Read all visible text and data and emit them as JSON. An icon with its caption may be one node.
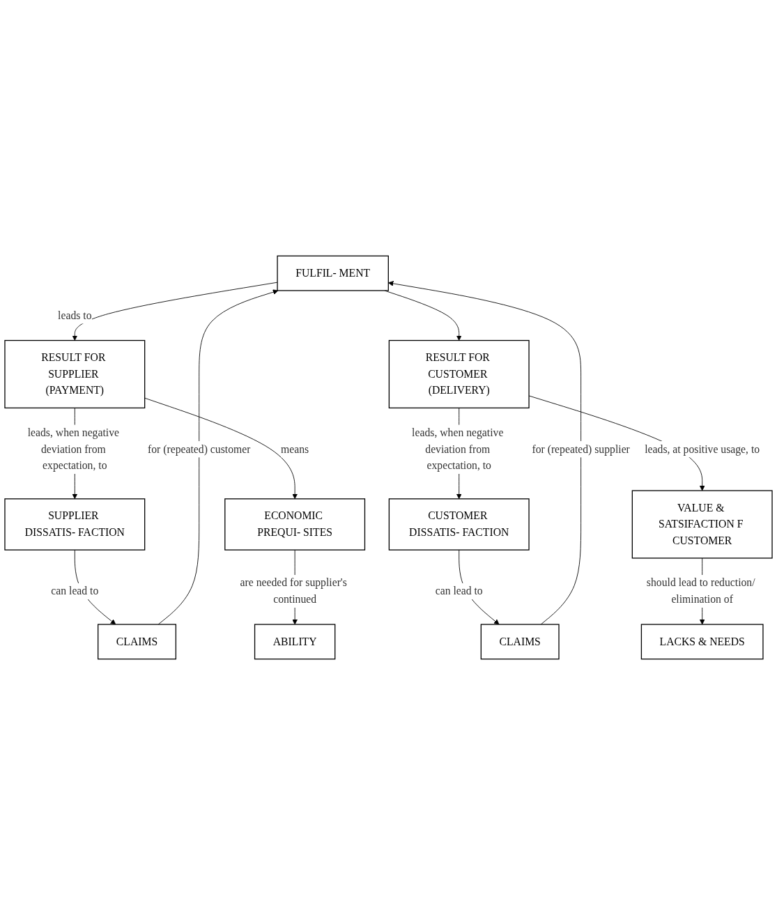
{
  "diagram": {
    "nodes": [
      {
        "text": [
          "FULFIL- MENT"
        ]
      },
      {
        "text": [
          "CLAIMS"
        ]
      },
      {
        "text": [
          "CLAIMS"
        ]
      },
      {
        "text": [
          "RESULT FOR SUPPLIER (PAYMENT)"
        ]
      },
      {
        "text": [
          "RESULT FOR CUSTOMER (DELIVERY)"
        ]
      },
      {
        "text": [
          "SUPPLIER DISSATIS- FACTION"
        ]
      },
      {
        "text": [
          "CUSTOMER DISSATIS- FACTION"
        ]
      },
      {
        "text": [
          "ECONOMIC PREQUI- SITES"
        ]
      },
      {
        "text": [
          "VALUE & SATSIFACTION F CUSTOMER"
        ]
      },
      {
        "text": [
          "ABILITY"
        ]
      },
      {
        "text": [
          "LACKS & NEEDS"
        ]
      }
    ],
    "edges": [
      {
        "from": 1,
        "to": 0,
        "arrow": "to",
        "label": "for (repeated) customer"
      },
      {
        "from": 2,
        "to": 0,
        "arrow": "to",
        "label": "for (repeated) supplier"
      },
      {
        "from": 0,
        "to": 3,
        "arrow": "to",
        "label": "leads to"
      },
      {
        "from": 0,
        "to": 4,
        "arrow": "to"
      },
      {
        "from": 3,
        "to": 5,
        "arrow": "to",
        "label": "leads, when negative deviation from expectation, to"
      },
      {
        "from": 4,
        "to": 6,
        "arrow": "to",
        "label": "leads, when negative deviation from expectation, to"
      },
      {
        "from": 5,
        "to": 1,
        "arrow": "to",
        "label": "can lead to"
      },
      {
        "from": 6,
        "to": 2,
        "arrow": "to",
        "label": "can lead to"
      },
      {
        "from": 3,
        "to": 7,
        "arrow": "to",
        "label": "means"
      },
      {
        "from": 4,
        "to": 8,
        "arrow": "to",
        "label": "leads, at positive usage, to"
      },
      {
        "from": 7,
        "to": 9,
        "arrow": "to",
        "label": "are needed for supplier's continued"
      },
      {
        "from": 8,
        "to": 10,
        "arrow": "to",
        "label": "should lead to reduction/ elimination of"
      }
    ]
  }
}
